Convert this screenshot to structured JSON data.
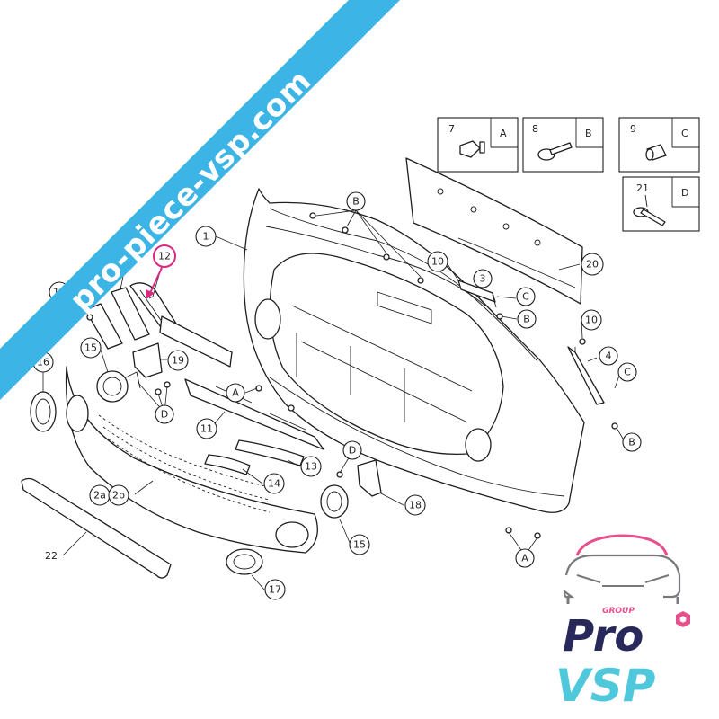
{
  "watermark_banner": {
    "text": "pro-piece-vsp.com",
    "color": "#3cb4e6"
  },
  "logo": {
    "group": "GROUP",
    "pro": "Pro",
    "vsp": "VSP",
    "colors": {
      "navy": "#28285a",
      "pink": "#e6508c",
      "teal": "#50c8dc",
      "gray": "#78787d"
    }
  },
  "diagram": {
    "highlight_color": "#dc2882",
    "legend": [
      {
        "number": "7",
        "letter": "A"
      },
      {
        "number": "8",
        "letter": "B"
      },
      {
        "number": "9",
        "letter": "C"
      },
      {
        "number": "21",
        "letter": "D"
      }
    ],
    "callouts": {
      "c1": "1",
      "c20": "20",
      "c10a": "10",
      "c3": "3",
      "c10b": "10",
      "c4": "4",
      "c13a": "13",
      "c12": "12",
      "c14a": "14",
      "c15a": "15",
      "c16": "16",
      "c19": "19",
      "c11": "11",
      "c13b": "13",
      "c14b": "14",
      "c2a": "2a",
      "c2b": "2b",
      "c18": "18",
      "c15b": "15",
      "c17": "17",
      "c22": "22",
      "lB1": "B",
      "lB2": "B",
      "lB3": "B",
      "lC1": "C",
      "lC2": "C",
      "lA1": "A",
      "lA2": "A",
      "lD1": "D",
      "lD2": "D"
    }
  }
}
